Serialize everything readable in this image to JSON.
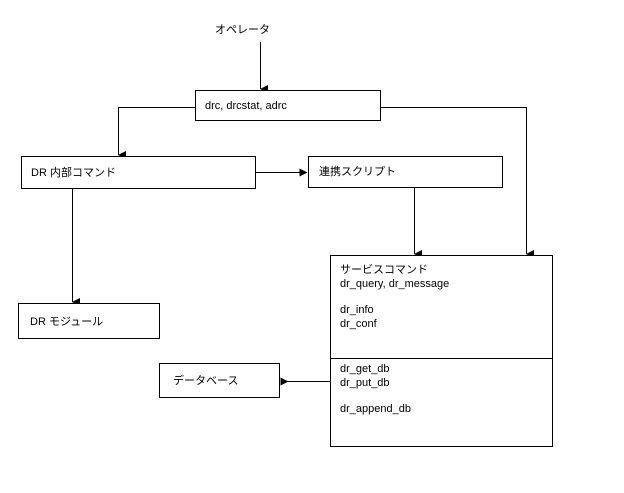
{
  "diagram": {
    "title_text": "オペレータ",
    "nodes": {
      "operator_command": {
        "label": "drc, drcstat, adrc"
      },
      "dr_internal_command": {
        "label": "DR 内部コマンド"
      },
      "link_script": {
        "label": "連携スクリプト"
      },
      "dr_module": {
        "label": "DR モジュール"
      },
      "database": {
        "label": "データベース"
      },
      "service_command": {
        "header": "サービスコマンド",
        "top_lines": [
          "dr_query, dr_message",
          "",
          "dr_info",
          "dr_conf"
        ],
        "bottom_lines": [
          "dr_get_db",
          "dr_put_db",
          "",
          "dr_append_db"
        ]
      }
    },
    "colors": {
      "line": "#000000",
      "text": "#000000",
      "background": "#ffffff"
    }
  }
}
